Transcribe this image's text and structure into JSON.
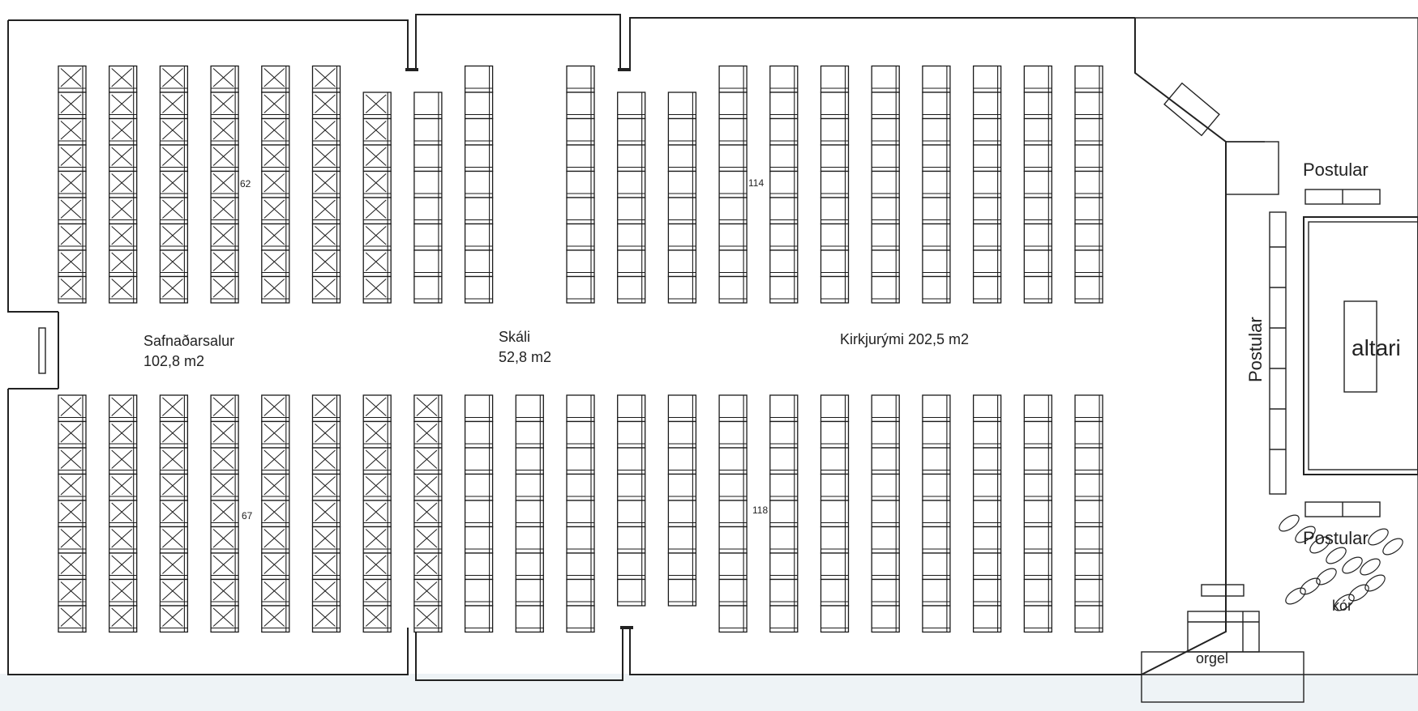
{
  "rooms": {
    "safnadarsalur": {
      "name": "Safnaðarsalur",
      "area": "102,8 m2"
    },
    "skali": {
      "name": "Skáli",
      "area": "52,8 m2"
    },
    "kirkjurymi": {
      "label": "Kirkjurými 202,5 m2"
    }
  },
  "counts": {
    "upper_left": "62",
    "upper_right": "114",
    "lower_left": "67",
    "lower_right": "118"
  },
  "chancel": {
    "postular_top": "Postular",
    "postular_side": "Postular",
    "postular_bottom": "Postular",
    "altar": "altari",
    "choir": "kór",
    "organ": "orgel"
  },
  "seating": {
    "upper_column_heights": [
      9,
      9,
      9,
      9,
      9,
      9,
      8,
      8,
      9,
      0,
      9,
      8,
      8,
      9,
      9,
      9,
      9,
      9,
      9,
      9,
      9
    ],
    "lower_column_heights": [
      9,
      9,
      9,
      9,
      9,
      9,
      9,
      9,
      9,
      9,
      9,
      8,
      8,
      9,
      9,
      9,
      9,
      9,
      9,
      9,
      9
    ],
    "upper_crossed_columns": 7,
    "lower_crossed_columns": 8
  }
}
